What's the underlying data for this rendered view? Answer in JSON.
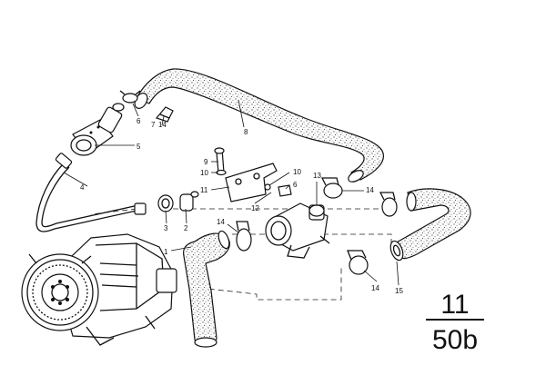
{
  "diagram": {
    "colors": {
      "ink": "#111111",
      "background": "#ffffff",
      "hose_texture": "#777777"
    },
    "callouts": [
      {
        "id": "c1",
        "label": "1"
      },
      {
        "id": "c2",
        "label": "2"
      },
      {
        "id": "c3",
        "label": "3"
      },
      {
        "id": "c4",
        "label": "4"
      },
      {
        "id": "c5",
        "label": "5"
      },
      {
        "id": "c6",
        "label": "6"
      },
      {
        "id": "c7",
        "label": "7"
      },
      {
        "id": "c8",
        "label": "8"
      },
      {
        "id": "c9",
        "label": "9"
      },
      {
        "id": "c10a",
        "label": "10"
      },
      {
        "id": "c10b",
        "label": "10"
      },
      {
        "id": "c11",
        "label": "11"
      },
      {
        "id": "c6b",
        "label": "6"
      },
      {
        "id": "c12",
        "label": "12"
      },
      {
        "id": "c13",
        "label": "13"
      },
      {
        "id": "c14a",
        "label": "14"
      },
      {
        "id": "c14b",
        "label": "14"
      },
      {
        "id": "c14c",
        "label": "14"
      },
      {
        "id": "c15",
        "label": "15"
      },
      {
        "id": "c7b",
        "label": "14"
      }
    ],
    "reference": {
      "group": "11",
      "page": "50b"
    }
  }
}
